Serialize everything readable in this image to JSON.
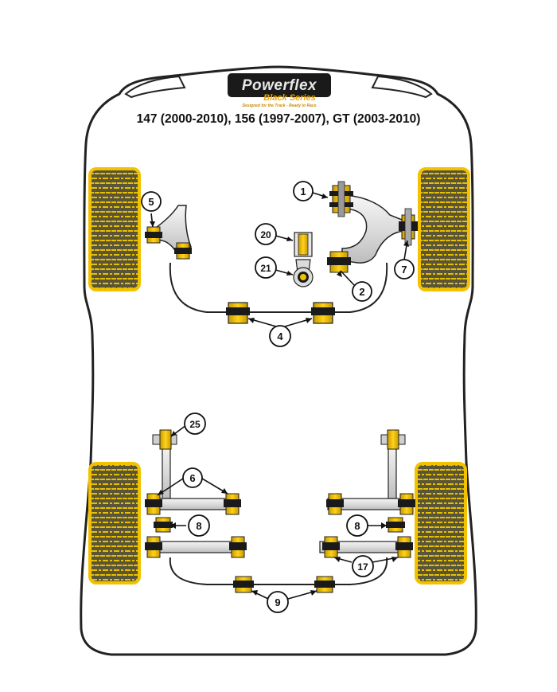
{
  "header": {
    "logo_brand": "Powerflex",
    "logo_series": "Black Series",
    "logo_tagline": "Designed for the Track - Ready to Race",
    "title": "147 (2000-2010), 156 (1997-2007), GT (2003-2010)"
  },
  "callouts": {
    "c1": "1",
    "c2": "2",
    "c4": "4",
    "c5": "5",
    "c6": "6",
    "c7": "7",
    "c8a": "8",
    "c8b": "8",
    "c9": "9",
    "c17": "17",
    "c20": "20",
    "c21": "21",
    "c25": "25"
  },
  "colors": {
    "bushing": "#f2c200",
    "bushing_dark": "#1a1a1a",
    "tyre_fill": "#5a5536",
    "tyre_rim": "#f2c200",
    "arm_fill": "#e6e6e6",
    "outline": "#222222"
  }
}
